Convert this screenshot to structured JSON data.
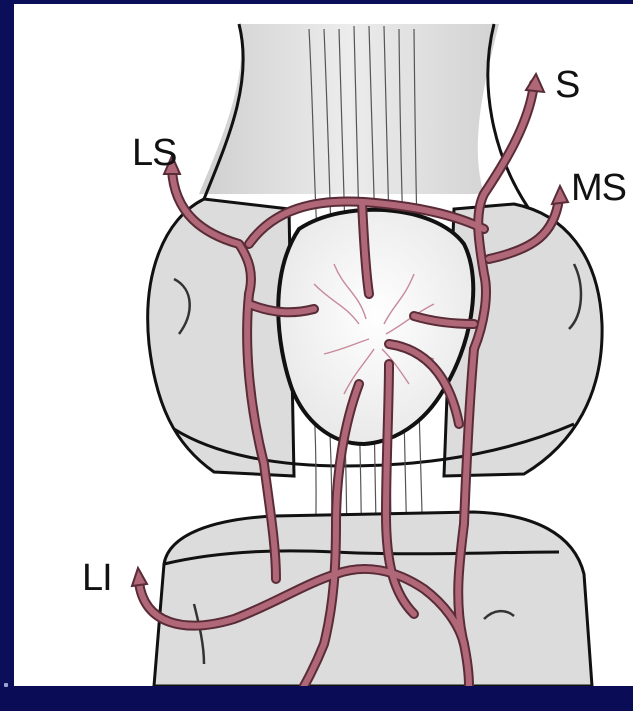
{
  "diagram": {
    "labels": {
      "s": "S",
      "ls": "LS",
      "ms": "MS",
      "li": "LI"
    },
    "colors": {
      "slide_background": "#0b0f5a",
      "panel_background": "#ffffff",
      "vessel": "#b06878",
      "vessel_outline": "#5a2c38",
      "bone_fill": "#dedede",
      "outline": "#111111"
    }
  }
}
